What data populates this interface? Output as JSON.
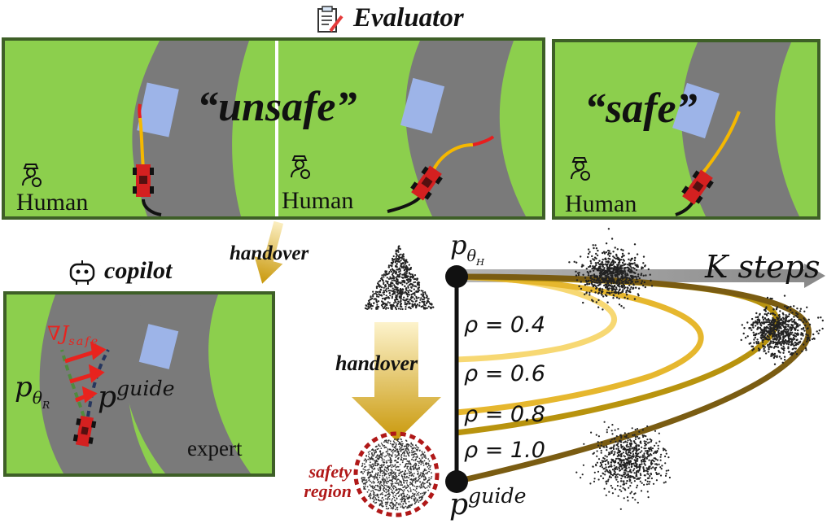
{
  "evaluator_title": "Evaluator",
  "unsafe_label": "“unsafe”",
  "safe_label": "“safe”",
  "human_label": "Human",
  "handover_label": "handover",
  "copilot_title": "copilot",
  "grad_j": "∇J",
  "grad_j_sub": "safe",
  "p_theta_r_main": "p",
  "p_theta_r_sub": "θ",
  "p_theta_r_subsub": "R",
  "p_guide_main": "p",
  "p_guide_sup": "guide",
  "expert_label": "expert",
  "p_theta_h_main": "p",
  "p_theta_h_sub": "θ",
  "p_theta_h_subsub": "H",
  "k_steps": "K steps",
  "rho_values": [
    "ρ = 0.4",
    "ρ = 0.6",
    "ρ = 0.8",
    "ρ = 1.0"
  ],
  "safety_region_line1": "safety",
  "safety_region_line2": "region",
  "colors": {
    "grass": "#8ccf4d",
    "border": "#3e5f27",
    "road": "#7a7a7a",
    "car": "#d42020",
    "trajectory": "#f5b800",
    "handover_arrow": "#c9980a",
    "rho_curve_04": "#f7d873",
    "rho_curve_06": "#e6b72e",
    "rho_curve_08": "#b8930e",
    "rho_curve_10": "#7a5c12",
    "safety_red": "#b01818"
  },
  "icons": [
    "clipboard-icon",
    "human-driver-icon",
    "robot-icon"
  ]
}
